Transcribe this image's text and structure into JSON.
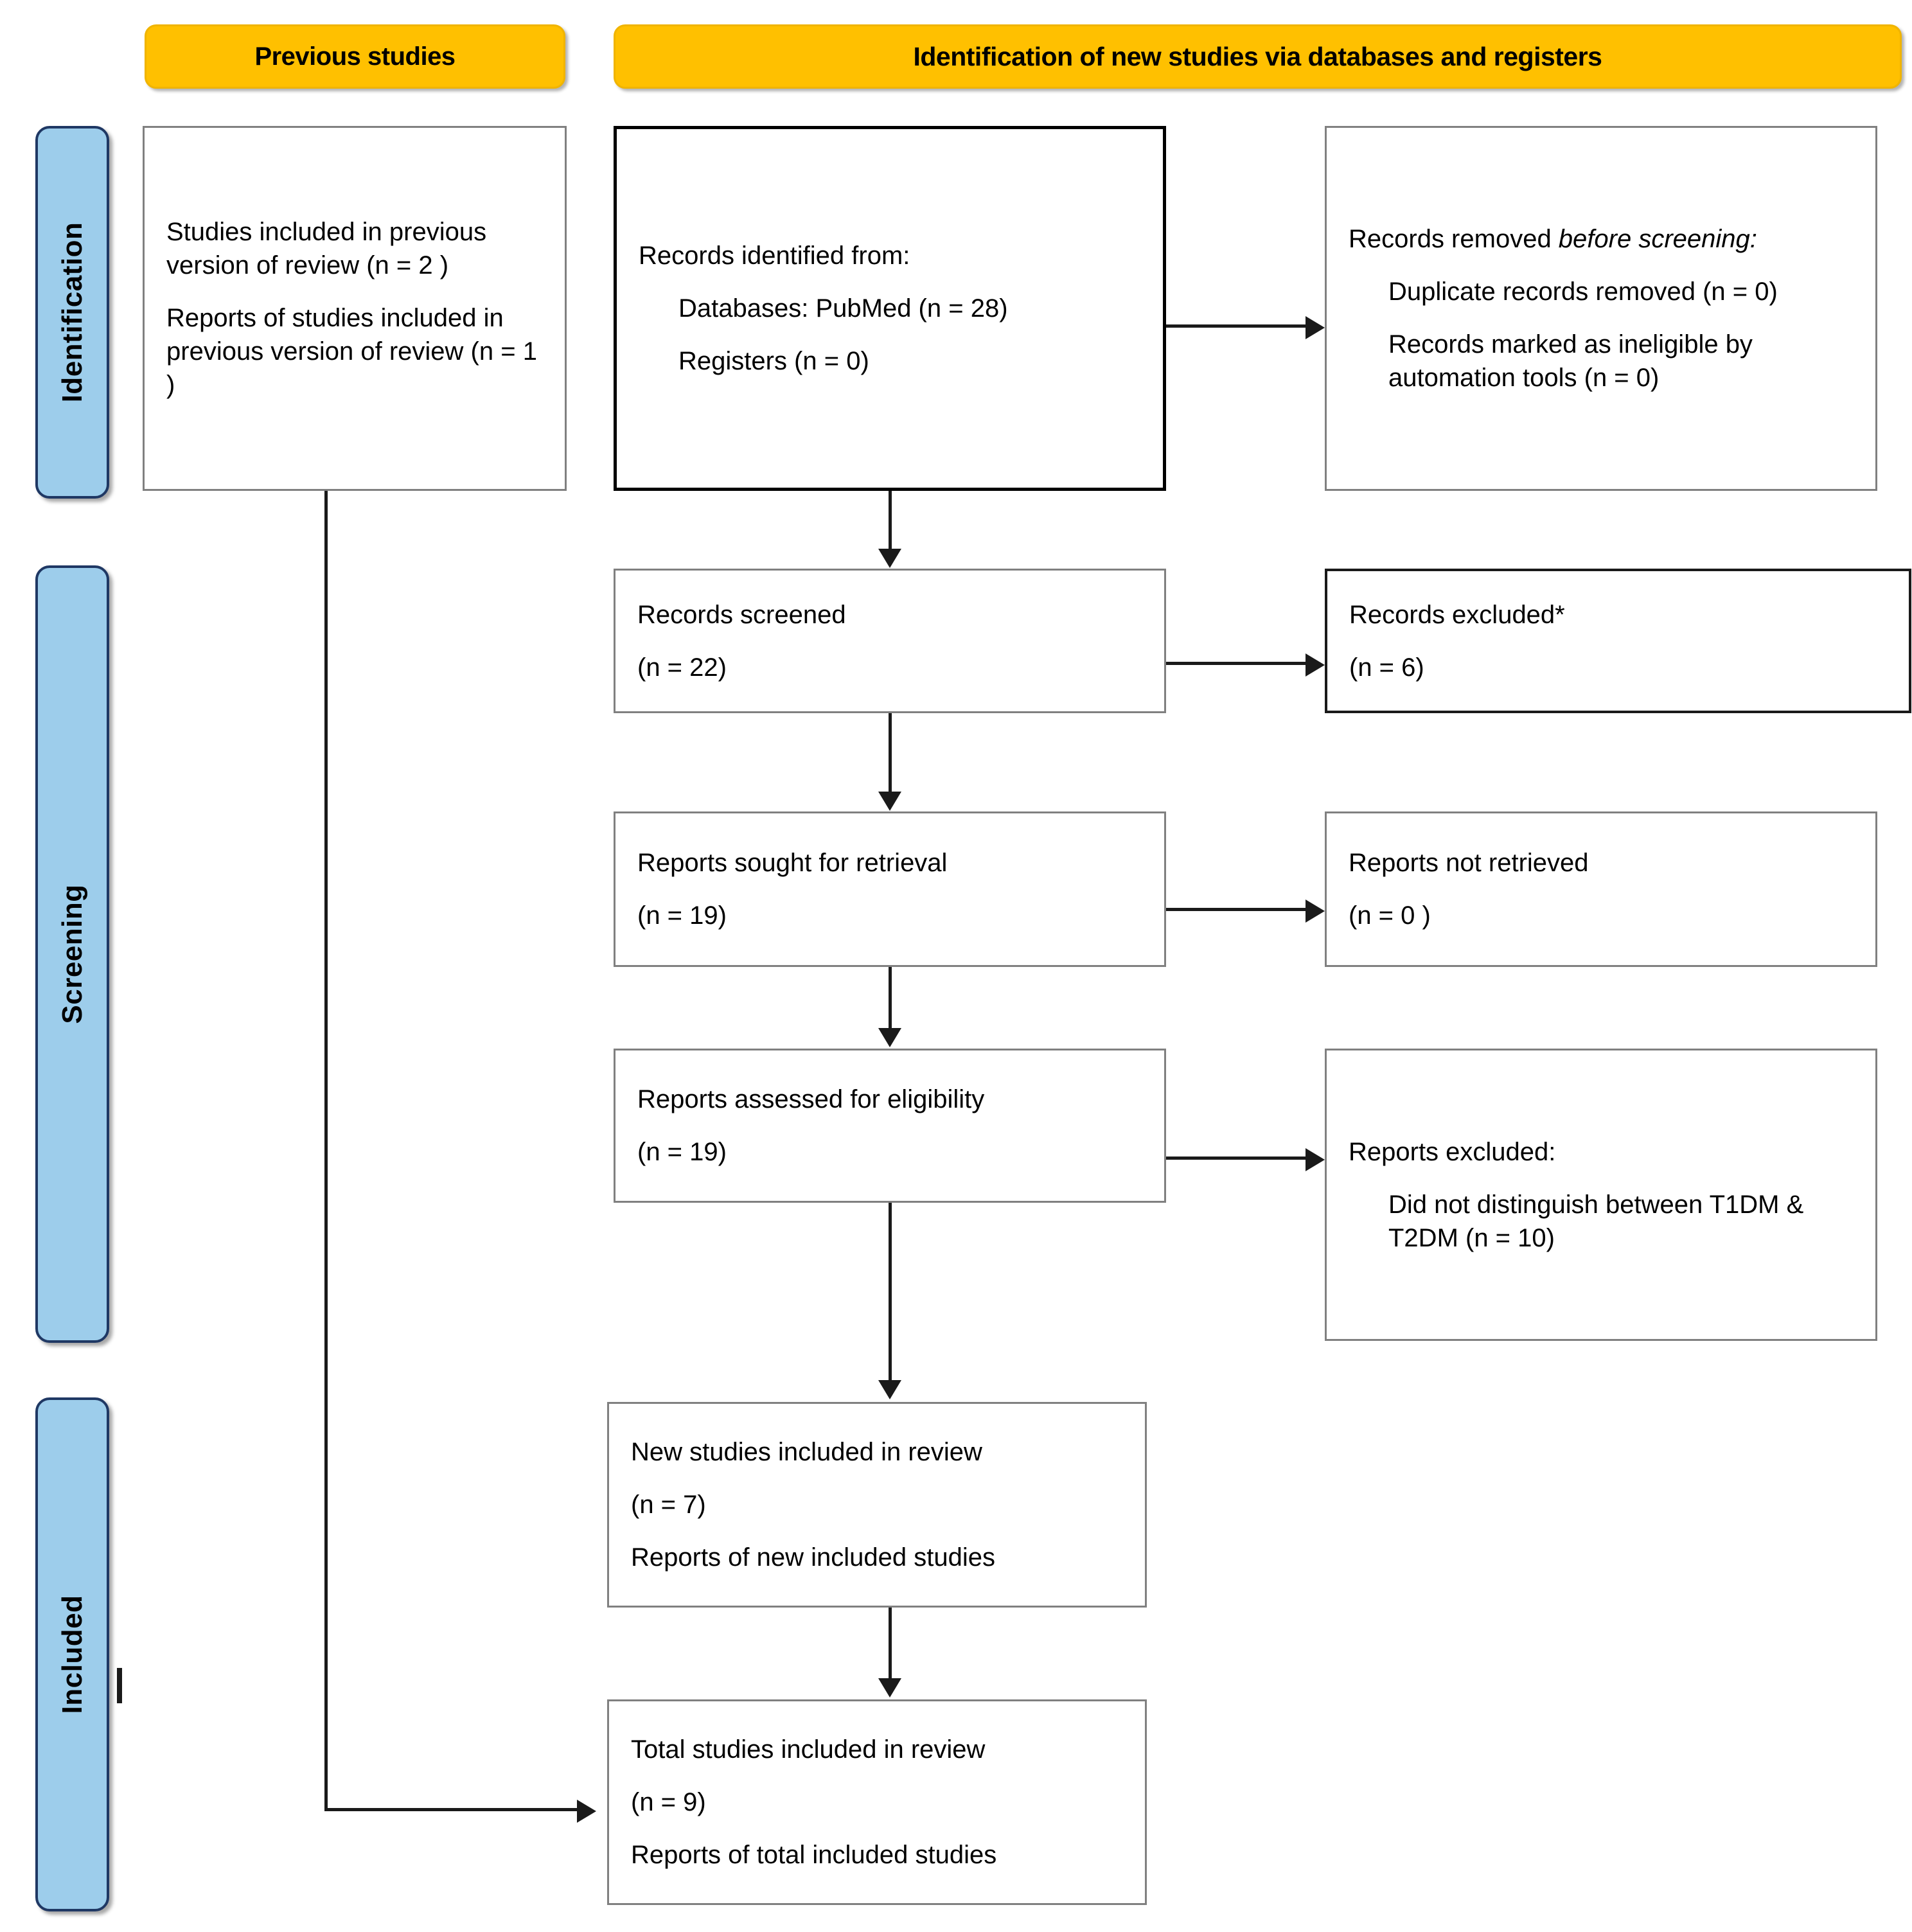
{
  "diagram": {
    "type": "prisma-flow-diagram",
    "colors": {
      "banner_fill": "#FFC000",
      "phase_bar_fill": "#9DCDEB",
      "phase_bar_border": "#1F3864",
      "box_border": "#808080",
      "connector": "#1A1A1A"
    },
    "banners": [
      {
        "id": "previous-studies",
        "label": "Previous studies"
      },
      {
        "id": "identification-new",
        "label": "Identification of new studies via databases and registers"
      }
    ],
    "phases": [
      {
        "id": "identification",
        "label": "Identification"
      },
      {
        "id": "screening",
        "label": "Screening"
      },
      {
        "id": "included",
        "label": "Included"
      }
    ],
    "boxes": {
      "previous_included": {
        "line1": "Studies included in previous version of review (n = 2 )",
        "line2": "Reports of studies included in previous version of review (n = 1 )"
      },
      "records_identified": {
        "line1": "Records identified from:",
        "line2": "Databases: PubMed (n = 28)",
        "line3": "Registers (n = 0)"
      },
      "records_removed": {
        "line1_a": "Records removed ",
        "line1_b": "before screening",
        "line1_c": ":",
        "line2": "Duplicate records removed (n = 0)",
        "line3": "Records marked as ineligible by automation tools (n = 0)"
      },
      "records_screened": {
        "line1": "Records screened",
        "line2": "(n = 22)"
      },
      "records_excluded": {
        "line1": "Records excluded*",
        "line2": "(n = 6)"
      },
      "reports_sought": {
        "line1": "Reports sought for retrieval",
        "line2": "(n = 19)"
      },
      "reports_not_retrieved": {
        "line1": "Reports not retrieved",
        "line2": "(n = 0 )"
      },
      "reports_assessed": {
        "line1": "Reports assessed for eligibility",
        "line2": "(n = 19)"
      },
      "reports_excluded": {
        "line1": "Reports excluded:",
        "line2": "Did not distinguish between T1DM & T2DM (n = 10)"
      },
      "new_studies_included": {
        "line1": "New studies included in review",
        "line2": "(n = 7)",
        "line3": "Reports of new included studies"
      },
      "total_studies_included": {
        "line1": "Total studies included in review",
        "line2": "(n = 9)",
        "line3": "Reports of total included studies"
      }
    }
  }
}
